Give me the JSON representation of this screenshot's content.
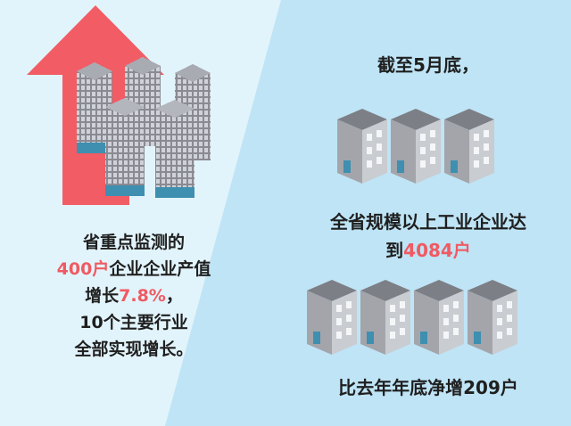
{
  "left_panel": {
    "line1": "省重点监测的",
    "line2_highlight": "400户",
    "line2_rest": "企业企业产值",
    "line3_prefix": "增长",
    "line3_highlight": "7.8%",
    "line3_suffix": "，",
    "line4": "10个主要行业",
    "line5": "全部实现增长。"
  },
  "right_panel": {
    "heading": "截至5月底，",
    "line1": "全省规模以上工业企业达",
    "line2_prefix": "到",
    "line2_highlight": "4084户",
    "line3": "比去年年底净增209户"
  },
  "colors": {
    "left_bg": "#e2f4fb",
    "right_bg": "#bfe4f6",
    "arrow": "#f25c64",
    "highlight": "#f05a62"
  },
  "icons": [
    "growth-arrow-icon",
    "skyscrapers-icon",
    "office-buildings-icon"
  ]
}
